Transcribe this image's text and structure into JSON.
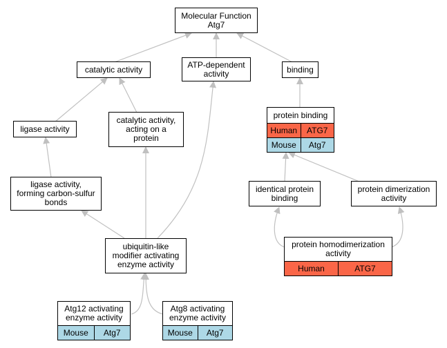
{
  "diagram": {
    "root": "Molecular Function\nAtg7",
    "catalytic_activity": "catalytic activity",
    "atp_dependent_activity": "ATP-dependent\nactivity",
    "binding": "binding",
    "ligase_activity": "ligase activity",
    "catalytic_activity_protein": "catalytic activity,\nacting on a\nprotein",
    "protein_binding": {
      "title": "protein binding",
      "rows": [
        [
          "Human",
          "ATG7"
        ],
        [
          "Mouse",
          "Atg7"
        ]
      ]
    },
    "ligase_carbon_sulfur": "ligase activity,\nforming carbon-sulfur\nbonds",
    "identical_protein_binding": "identical protein\nbinding",
    "protein_dimerization": "protein dimerization\nactivity",
    "ubiquitin_like": "ubiquitin-like\nmodifier activating\nenzyme activity",
    "protein_homodimerization": {
      "title": "protein homodimerization\nactivity",
      "rows": [
        [
          "Human",
          "ATG7"
        ]
      ]
    },
    "atg12": {
      "title": "Atg12 activating\nenzyme activity",
      "rows": [
        [
          "Mouse",
          "Atg7"
        ]
      ]
    },
    "atg8": {
      "title": "Atg8 activating\nenzyme activity",
      "rows": [
        [
          "Mouse",
          "Atg7"
        ]
      ]
    }
  },
  "colors": {
    "edge": "#c0c0c0",
    "human": "#fa6648",
    "mouse": "#add8e6"
  }
}
